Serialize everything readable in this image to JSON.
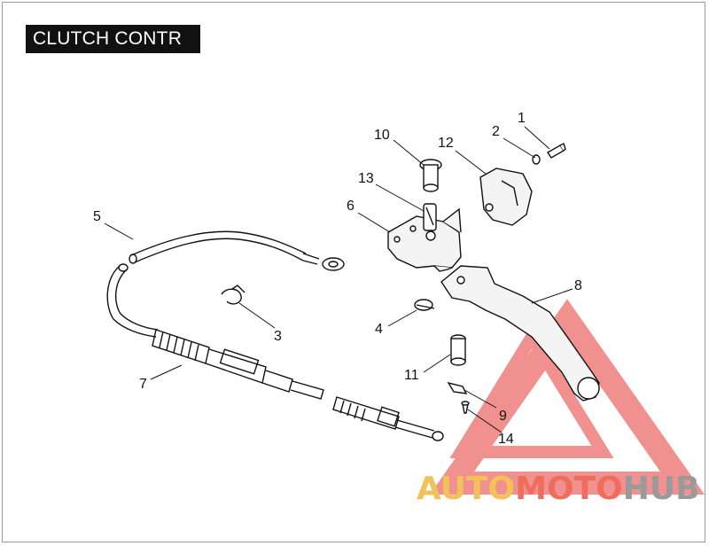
{
  "title": "CLUTCH CONTR",
  "callouts": [
    {
      "id": "1",
      "text": "1"
    },
    {
      "id": "2",
      "text": "2"
    },
    {
      "id": "3",
      "text": "3"
    },
    {
      "id": "4",
      "text": "4"
    },
    {
      "id": "5",
      "text": "5"
    },
    {
      "id": "6",
      "text": "6"
    },
    {
      "id": "7",
      "text": "7"
    },
    {
      "id": "8",
      "text": "8"
    },
    {
      "id": "9",
      "text": "9"
    },
    {
      "id": "10",
      "text": "10"
    },
    {
      "id": "11",
      "text": "11"
    },
    {
      "id": "12",
      "text": "12"
    },
    {
      "id": "13",
      "text": "13"
    },
    {
      "id": "14",
      "text": "14"
    }
  ],
  "watermark": {
    "part1": "AUTO",
    "part2": "MOTO",
    "part3": "HUB"
  },
  "colors": {
    "title_bg": "#111111",
    "watermark_triangle": "#e53935",
    "watermark_yellow": "#f3c15a",
    "watermark_red": "#ef6d5c",
    "watermark_gray": "#9a9a9a"
  }
}
